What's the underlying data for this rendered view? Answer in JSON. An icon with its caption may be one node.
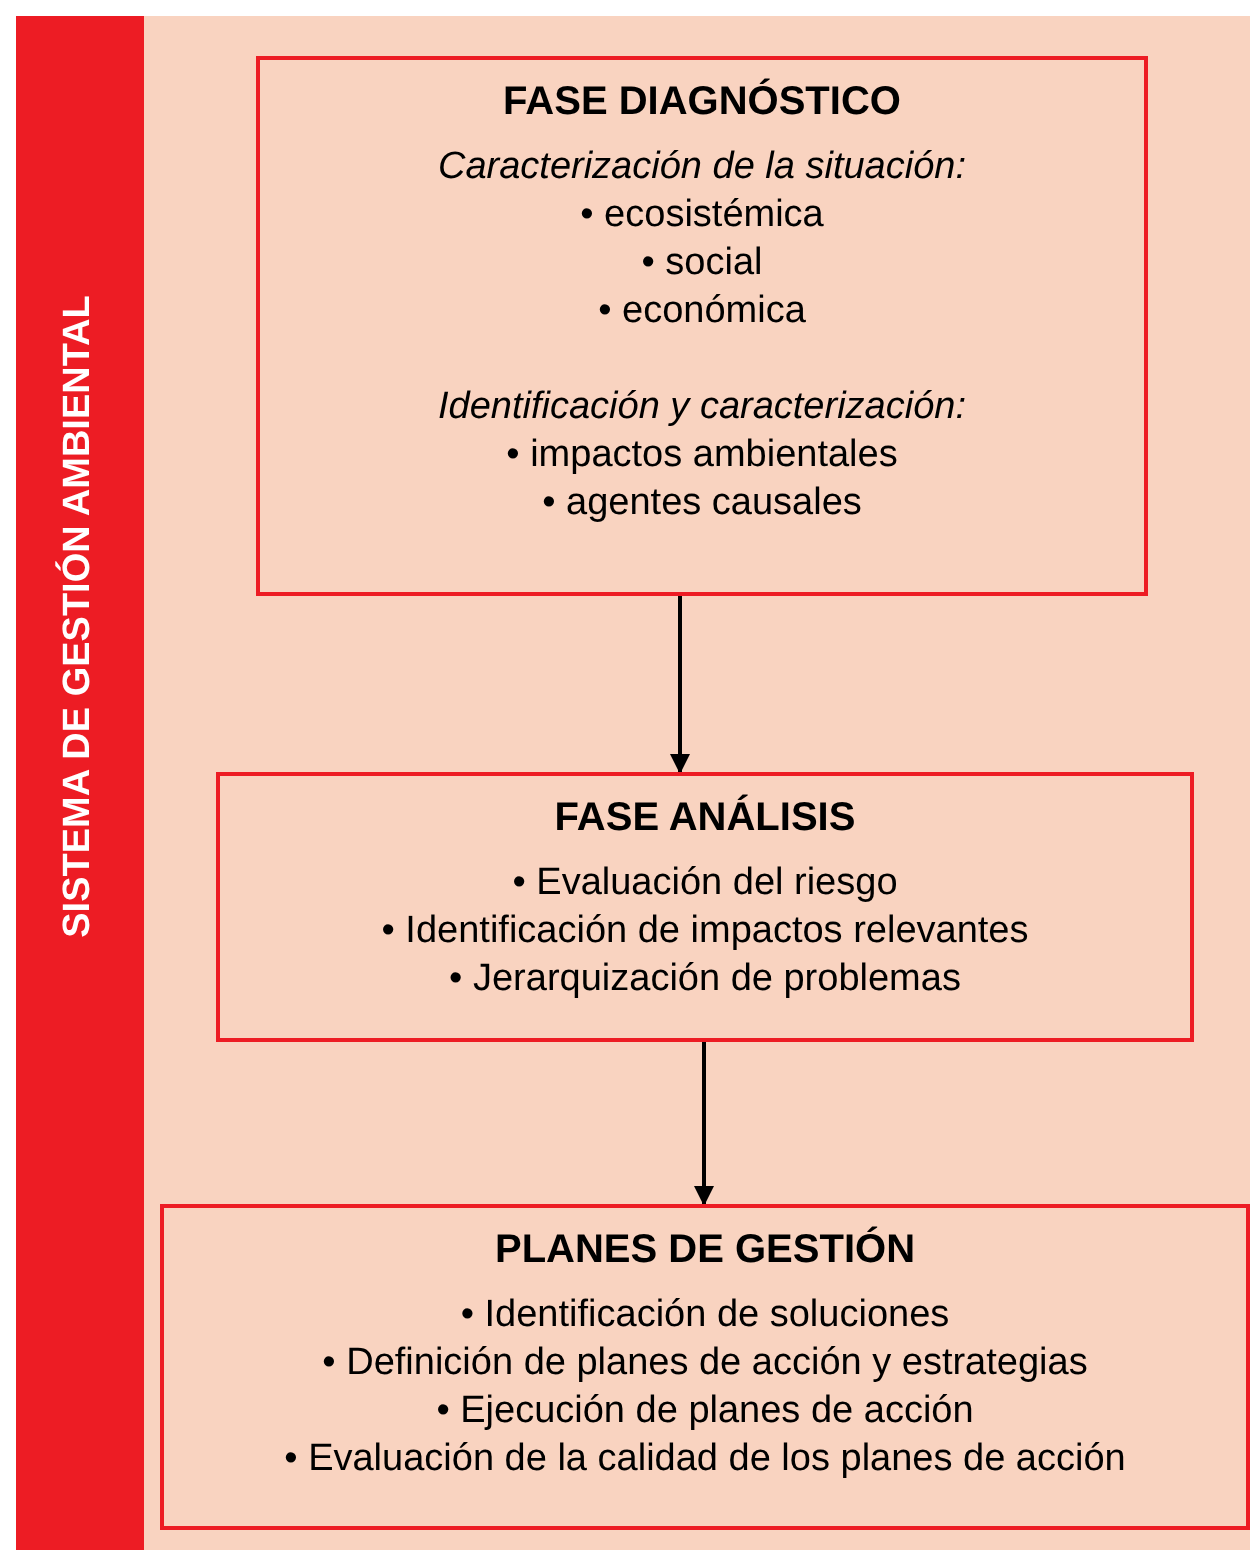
{
  "diagram": {
    "nodes": [
      {
        "text": [
          "SISTEMA DE GESTIÓN AMBIENTAL"
        ]
      },
      {
        "text": [
          "FASE DIAGNÓSTICO",
          "Caracterización de la situación:",
          "• ecosistémica",
          "• social",
          "• económica",
          "Identificación y caracterización:",
          "• impactos ambientales",
          "• agentes causales"
        ],
        "in": 0
      },
      {
        "text": [
          "FASE ANÁLISIS",
          "• Evaluación del riesgo",
          "• Identificación de impactos relevantes",
          "• Jerarquización de problemas"
        ],
        "in": 0
      },
      {
        "text": [
          "PLANES DE GESTIÓN",
          "• Identificación de soluciones",
          "• Definición de planes de acción y estrategias",
          "• Ejecución de planes de acción",
          "• Evaluación de la calidad de los planes de acción"
        ],
        "in": 0
      }
    ],
    "edges": [
      {
        "from": 1,
        "to": 2,
        "arrow": "to"
      },
      {
        "from": 2,
        "to": 3,
        "arrow": "to"
      }
    ]
  }
}
